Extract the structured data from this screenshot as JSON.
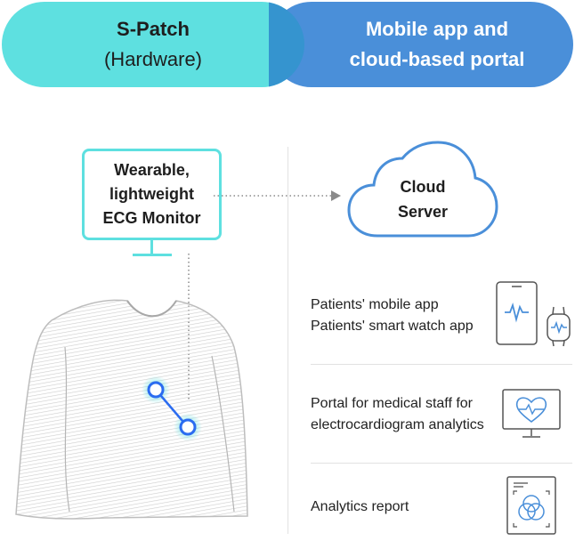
{
  "header": {
    "left_pill": {
      "line1": "S-Patch",
      "line2": "(Hardware)"
    },
    "right_pill": {
      "line1": "Mobile app and",
      "line2": "cloud-based portal"
    }
  },
  "monitor": {
    "line1": "Wearable,",
    "line2": "lightweight",
    "line3": "ECG Monitor"
  },
  "cloud": {
    "line1": "Cloud",
    "line2": "Server"
  },
  "services": [
    {
      "line1": "Patients' mobile app",
      "line2": "Patients' smart watch app",
      "icon": "phone-watch-ecg-icon"
    },
    {
      "line1": "Portal for medical staff for",
      "line2": "electrocardiogram analytics",
      "icon": "monitor-heart-icon"
    },
    {
      "line1": "Analytics report",
      "line2": "",
      "icon": "report-icon"
    }
  ],
  "colors": {
    "cyan": "#5ee0e0",
    "blue": "#4a8fd9",
    "overlap": "#3594cf",
    "line_icon": "#4a8fd9"
  }
}
